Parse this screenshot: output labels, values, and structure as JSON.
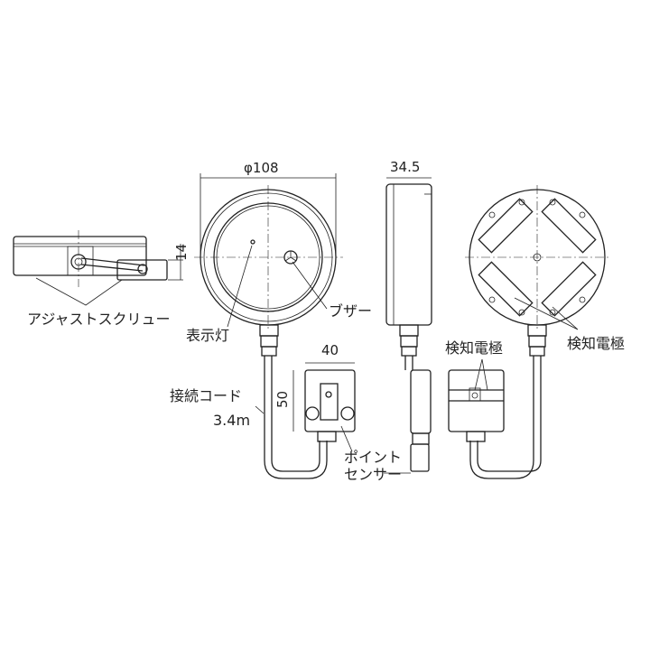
{
  "labels": {
    "adjust_screw": "アジャストスクリュー",
    "indicator_lamp": "表示灯",
    "buzzer": "ブザー",
    "connection_cord": "接続コード",
    "cord_length": "3.4m",
    "point_sensor_line1": "ポイント",
    "point_sensor_line2": "センサー",
    "detection_electrode_left": "検知電極",
    "detection_electrode_right": "検知電極"
  },
  "dimensions": {
    "diameter": "φ108",
    "depth": "34.5",
    "height": "14",
    "sensor_width": "40",
    "sensor_height": "50"
  }
}
